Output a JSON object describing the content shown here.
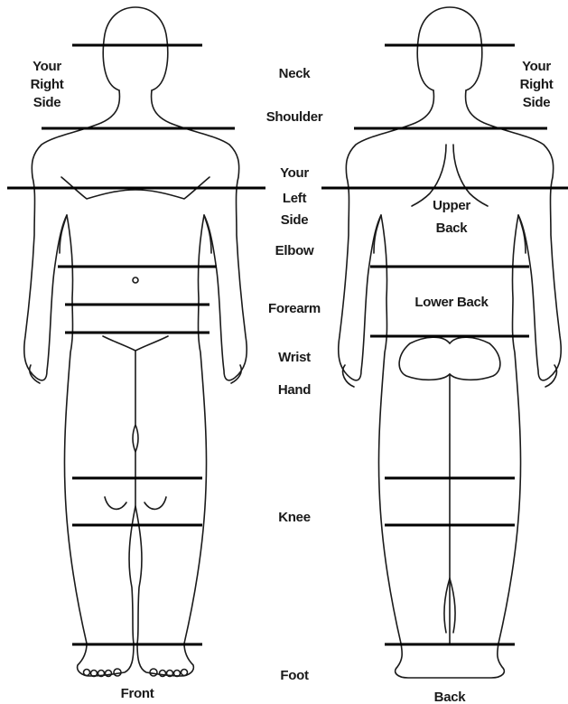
{
  "colors": {
    "outline": "#1a1a1a",
    "band_line": "#000000",
    "text": "#1a1a1a",
    "background": "#ffffff"
  },
  "side_labels": {
    "front_right": [
      "Your",
      "Right",
      "Side"
    ],
    "back_right": [
      "Your",
      "Right",
      "Side"
    ],
    "left": [
      "Your",
      "Left",
      "Side"
    ]
  },
  "region_labels": {
    "neck": "Neck",
    "shoulder": "Shoulder",
    "elbow": "Elbow",
    "forearm": "Forearm",
    "wrist": "Wrist",
    "hand": "Hand",
    "knee": "Knee",
    "foot": "Foot"
  },
  "back_region_labels": {
    "upper_back": [
      "Upper",
      "Back"
    ],
    "lower_back": "Lower Back"
  },
  "view_labels": {
    "front": "Front",
    "back": "Back"
  },
  "figures": [
    {
      "name": "front-figure",
      "view": "Front"
    },
    {
      "name": "back-figure",
      "view": "Back"
    }
  ]
}
